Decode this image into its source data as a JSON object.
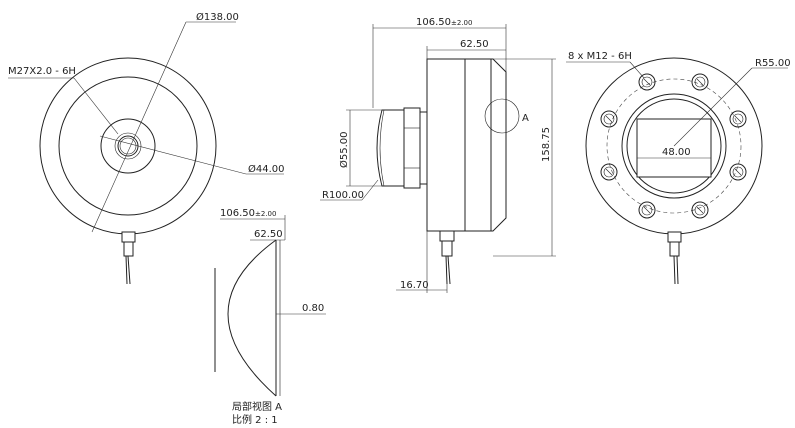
{
  "front_view": {
    "outer_diameter": "138.00",
    "inner_diameter": "44.00",
    "thread": "M27X2.0 - 6H"
  },
  "side_view": {
    "overall_length": "106.50",
    "overall_length_tol": "±2.00",
    "body_length": "62.50",
    "boss_diameter": "55.00",
    "height": "158.75",
    "radius": "R100.00",
    "connector_offset": "16.70",
    "detail_marker": "A"
  },
  "rear_view": {
    "bolt_holes": "8 x  M12 - 6H",
    "bolt_circle_radius": "R55.00",
    "flat_width": "48.00"
  },
  "detail_view": {
    "overall_length": "106.50",
    "overall_length_tol": "±2.00",
    "body_length": "62.50",
    "recess": "0.80",
    "title": "局部视图 A",
    "scale": "比例 2 : 1"
  }
}
